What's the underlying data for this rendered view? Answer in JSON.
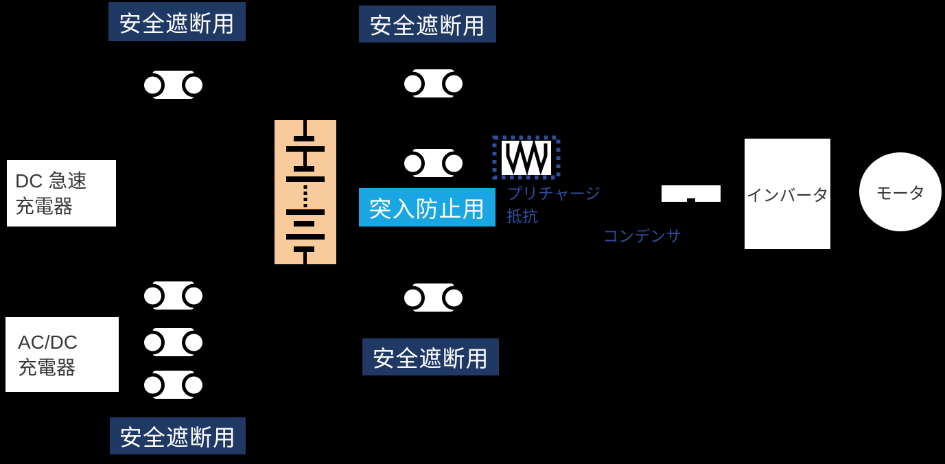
{
  "colors": {
    "background": "#000000",
    "navy_label": "#1F3864",
    "cyan_label": "#1AA6E2",
    "blue_annotation": "#2B4F9E",
    "battery_fill": "#F9CB9C",
    "component_white": "#FFFFFF",
    "dark_text": "#383838"
  },
  "labels": {
    "safety_top_left": "安全遮断用",
    "safety_top_mid": "安全遮断用",
    "safety_bottom_mid": "安全遮断用",
    "safety_bottom_left": "安全遮断用",
    "inrush": "突入防止用"
  },
  "components": {
    "dc_charger": {
      "line1": "DC 急速",
      "line2": "充電器"
    },
    "ac_charger": {
      "line1": "AC/DC",
      "line2": "充電器"
    },
    "precharge_resistor": {
      "line1": "プリチャージ",
      "line2": "抵抗"
    },
    "capacitor_label": "コンデンサ",
    "inverter_label": "インバータ",
    "motor_label": "モータ"
  }
}
